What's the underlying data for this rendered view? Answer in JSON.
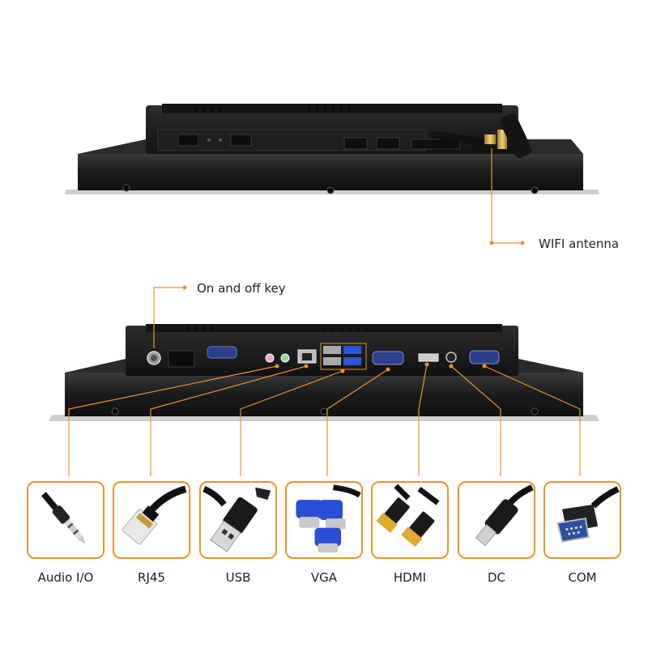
{
  "callouts": {
    "wifi_antenna": "WIFI antenna",
    "power_key": "On and off key"
  },
  "ports": [
    {
      "label": "Audio I/O",
      "icon": "audio-jack-icon"
    },
    {
      "label": "RJ45",
      "icon": "rj45-plug-icon"
    },
    {
      "label": "USB",
      "icon": "usb-plug-icon"
    },
    {
      "label": "VGA",
      "icon": "vga-connector-icon"
    },
    {
      "label": "HDMI",
      "icon": "hdmi-cable-icon"
    },
    {
      "label": "DC",
      "icon": "dc-plug-icon"
    },
    {
      "label": "COM",
      "icon": "db9-com-connector-icon"
    }
  ],
  "colors": {
    "accent": "#e8942b",
    "device_body": "#1a1a1a",
    "vga_blue": "#2a4fd6"
  }
}
